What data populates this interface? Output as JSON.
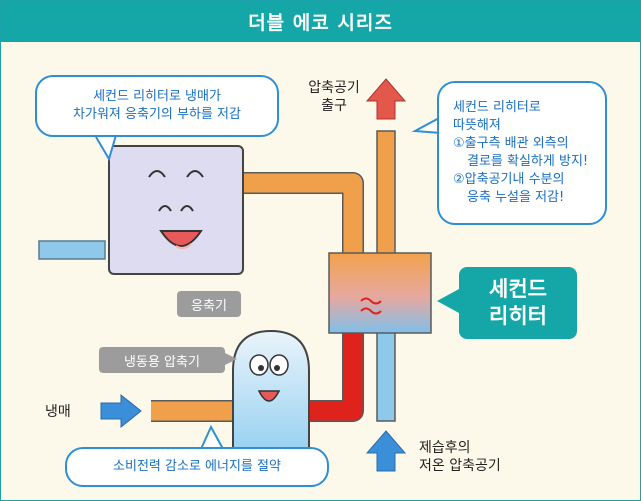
{
  "title": "더블 에코 시리즈",
  "bubble_condenser": [
    "세컨드 리히터로 냉매가",
    "차가워져 응축기의 부하를 저감"
  ],
  "bubble_reheater": [
    "세컨드 리히터로",
    "따뜻해져",
    "①출구측 배관 외측의",
    "결로를 확실하게 방지!",
    "②압축공기내 수분의",
    "응축 누설을 저감!"
  ],
  "bubble_power": "소비전력 감소로 에너지를 절약",
  "outlet_label": [
    "압축공기",
    "출구"
  ],
  "inlet_label": [
    "제습후의",
    "저온 압축공기"
  ],
  "refrigerant_label": "냉매",
  "condenser_tag": "응축기",
  "compressor_tag": "냉동용 압축기",
  "reheater_box": [
    "세컨드",
    "리히터"
  ],
  "colors": {
    "teal": "#15a6a8",
    "bubble_border": "#2e8fd6",
    "bubble_text": "#1a6fc0",
    "hot_pipe": "#f0a04a",
    "cold_pipe": "#8ec9ec",
    "red_pipe": "#e0221c",
    "arrow_blue": "#3b8fd8",
    "arrow_red": "#e3584a",
    "tag_gray": "#9c9c9c"
  }
}
